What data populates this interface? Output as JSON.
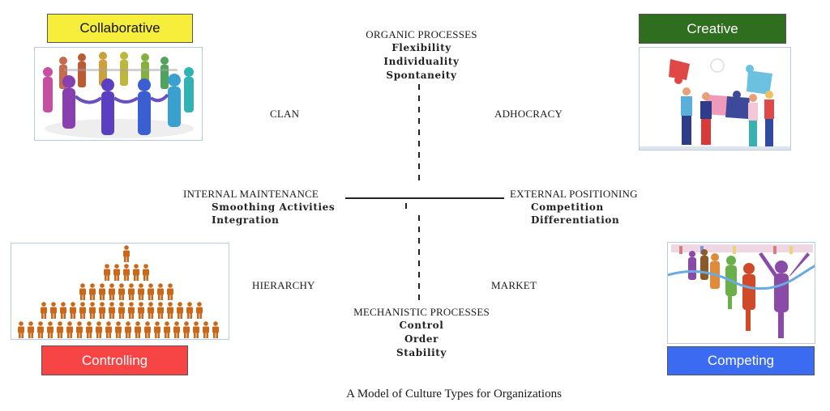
{
  "diagram": {
    "caption": "A Model of Culture Types for Organizations",
    "axes": {
      "top": {
        "title": "ORGANIC PROCESSES",
        "items": [
          "Flexibility",
          "Individuality",
          "Spontaneity"
        ]
      },
      "bottom": {
        "title": "MECHANISTIC PROCESSES",
        "items": [
          "Control",
          "Order",
          "Stability"
        ]
      },
      "left": {
        "title": "INTERNAL MAINTENANCE",
        "items": [
          "Smoothing Activities",
          "Integration"
        ]
      },
      "right": {
        "title": "EXTERNAL POSITIONING",
        "items": [
          "Competition",
          "Differentiation"
        ]
      }
    },
    "quadrants": {
      "top_left": "CLAN",
      "top_right": "ADHOCRACY",
      "bottom_left": "HIERARCHY",
      "bottom_right": "MARKET"
    }
  },
  "cards": {
    "collaborative": {
      "label": "Collaborative",
      "color": "#f7ee3c",
      "text_color": "#111111",
      "image": "people-holding-hands-circle"
    },
    "creative": {
      "label": "Creative",
      "color": "#2f6e1f",
      "text_color": "#ffffff",
      "image": "team-with-puzzle-pieces"
    },
    "controlling": {
      "label": "Controlling",
      "color": "#f74545",
      "text_color": "#ffffff",
      "image": "people-pyramid",
      "pyramid_rows": [
        1,
        5,
        10,
        17,
        21
      ],
      "figure_color": "#c8681a"
    },
    "competing": {
      "label": "Competing",
      "color": "#3b6bf0",
      "text_color": "#ffffff",
      "image": "runners-crossing-finish-line"
    }
  }
}
